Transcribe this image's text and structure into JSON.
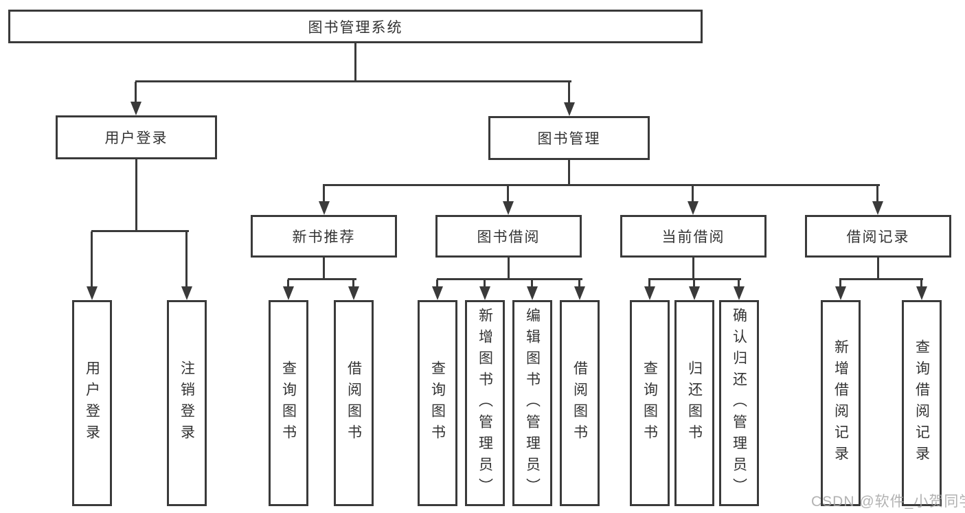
{
  "tree": {
    "label": "图书管理系统",
    "children": [
      {
        "label": "用户登录",
        "children": [
          {
            "label": "用户登录"
          },
          {
            "label": "注销登录"
          }
        ]
      },
      {
        "label": "图书管理",
        "children": [
          {
            "label": "新书推荐",
            "children": [
              {
                "label": "查询图书"
              },
              {
                "label": "借阅图书"
              }
            ]
          },
          {
            "label": "图书借阅",
            "children": [
              {
                "label": "查询图书"
              },
              {
                "label": "新增图书（管理员）"
              },
              {
                "label": "编辑图书（管理员）"
              },
              {
                "label": "借阅图书"
              }
            ]
          },
          {
            "label": "当前借阅",
            "children": [
              {
                "label": "查询图书"
              },
              {
                "label": "归还图书"
              },
              {
                "label": "确认归还（管理员）"
              }
            ]
          },
          {
            "label": "借阅记录",
            "children": [
              {
                "label": "新增借阅记录"
              },
              {
                "label": "查询借阅记录"
              }
            ]
          }
        ]
      }
    ]
  },
  "watermark": {
    "text": "CSDN @软件_小贺同学",
    "color": "#a5a5a5"
  },
  "colors": {
    "line": "#3a3a3a",
    "text": "#333333",
    "background": "#ffffff"
  }
}
